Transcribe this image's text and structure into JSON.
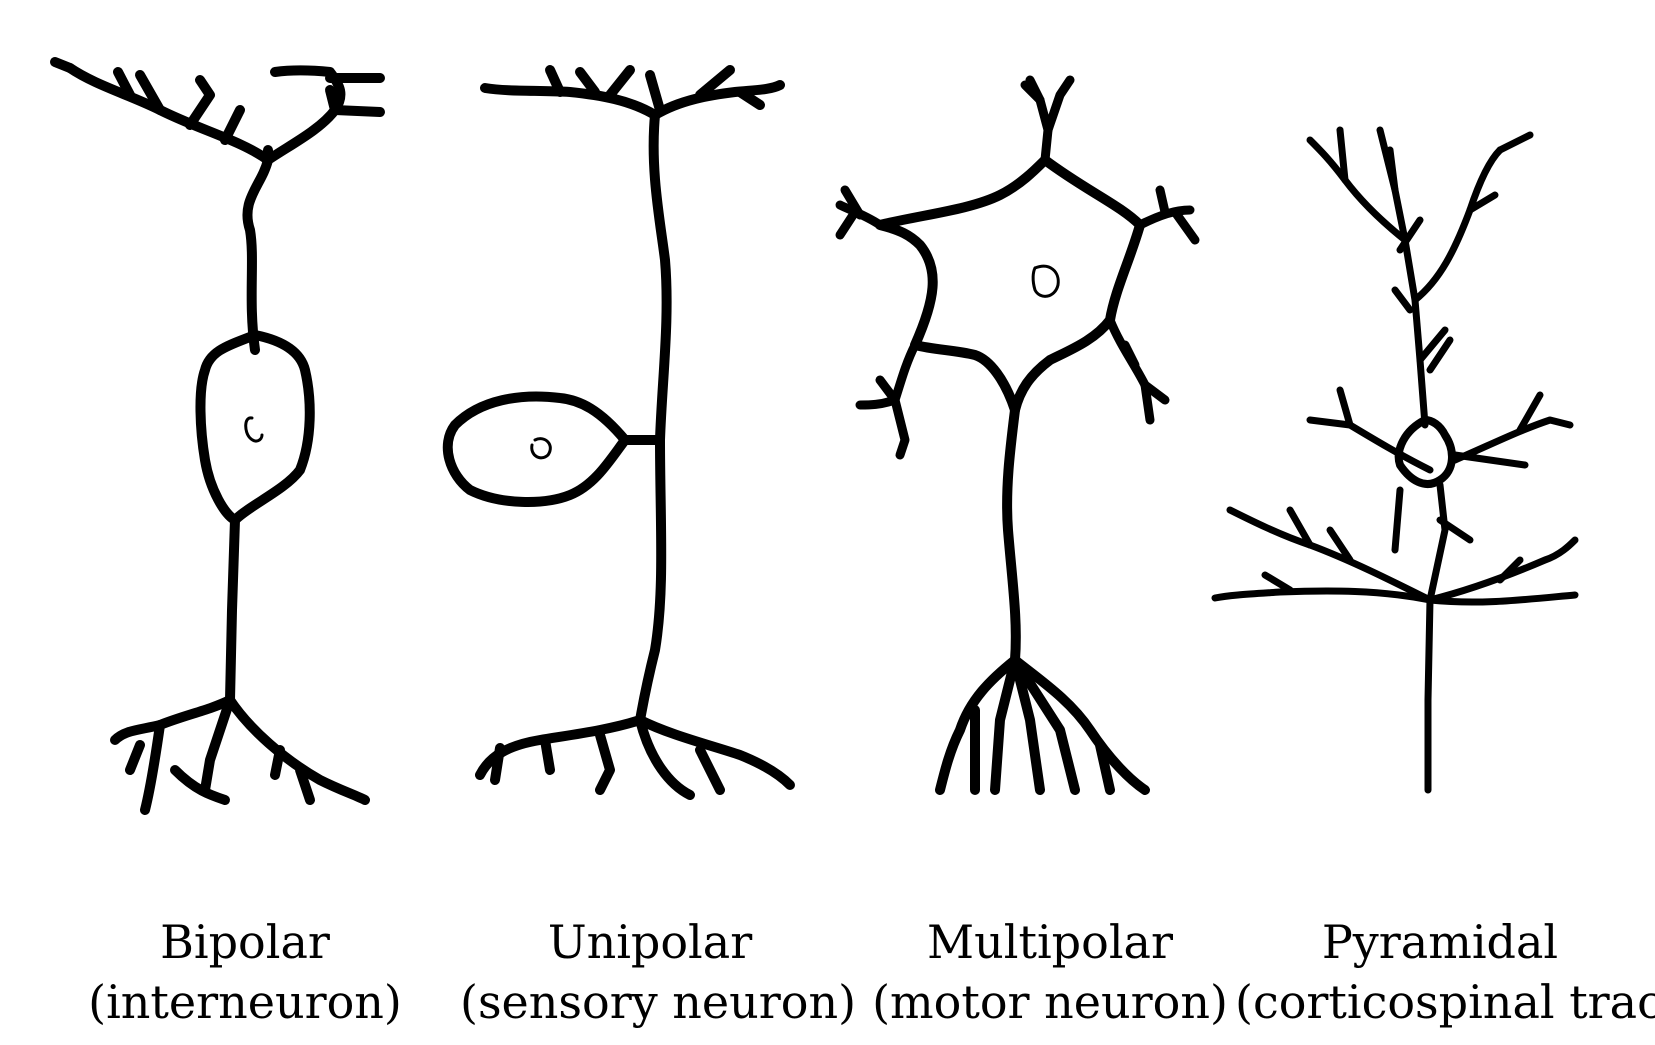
{
  "neurons": [
    {
      "name": "Bipolar",
      "description": "(interneuron)"
    },
    {
      "name": "Unipolar",
      "description": "(sensory neuron)"
    },
    {
      "name": "Multipolar",
      "description": "(motor neuron)"
    },
    {
      "name": "Pyramidal",
      "description": "(corticospinal tract)"
    }
  ],
  "colors": {
    "ink": "#000000",
    "background": "#ffffff"
  }
}
